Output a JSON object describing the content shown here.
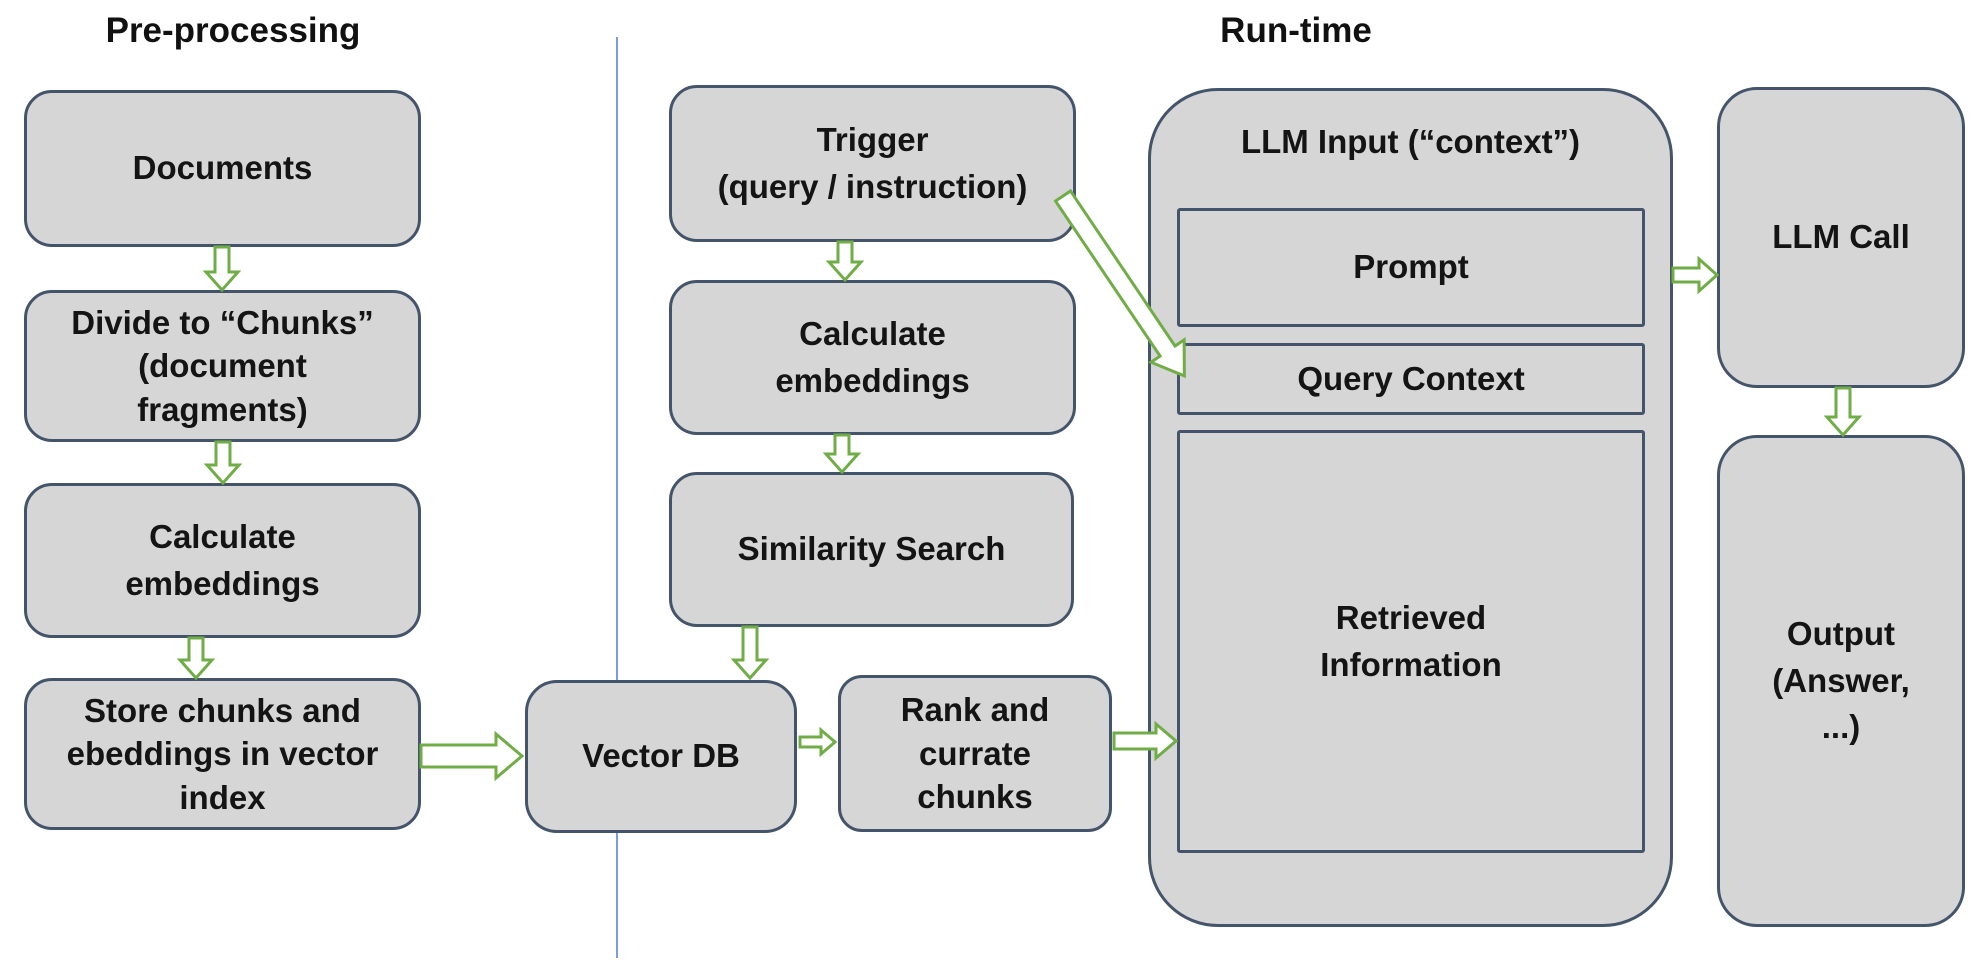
{
  "titles": {
    "preprocessing": "Pre-processing",
    "runtime": "Run-time"
  },
  "nodes": {
    "documents": {
      "label": "Documents"
    },
    "divide_chunks": {
      "label": "Divide to “Chunks”\n(document\nfragments)"
    },
    "calc_embeddings_pre": {
      "label": "Calculate\nembeddings"
    },
    "store_chunks": {
      "label": "Store chunks and\nebeddings in vector\nindex"
    },
    "vector_db": {
      "label": "Vector DB"
    },
    "trigger": {
      "label": "Trigger\n(query / instruction)"
    },
    "calc_embeddings_rt": {
      "label": "Calculate\nembeddings"
    },
    "similarity_search": {
      "label": "Similarity Search"
    },
    "rank_currate": {
      "label": "Rank and\ncurrate\nchunks"
    },
    "llm_input": {
      "label": "LLM Input (“context”)"
    },
    "prompt": {
      "label": "Prompt"
    },
    "query_context": {
      "label": "Query Context"
    },
    "retrieved_info": {
      "label": "Retrieved\nInformation"
    },
    "llm_call": {
      "label": "LLM Call"
    },
    "output": {
      "label": "Output\n(Answer,\n...)"
    }
  },
  "colors": {
    "node_fill": "#d6d6d6",
    "node_border": "#44546a",
    "arrow_green": "#70ad47",
    "arrow_fill": "#ffffff",
    "divider_blue": "#7d9bd6",
    "text": "#141414",
    "background": "#ffffff"
  },
  "connectors": [
    {
      "from": "documents",
      "to": "divide_chunks",
      "direction": "down"
    },
    {
      "from": "divide_chunks",
      "to": "calc_embeddings_pre",
      "direction": "down"
    },
    {
      "from": "calc_embeddings_pre",
      "to": "store_chunks",
      "direction": "down"
    },
    {
      "from": "store_chunks",
      "to": "vector_db",
      "direction": "right"
    },
    {
      "from": "vector_db",
      "to": "rank_currate",
      "direction": "right"
    },
    {
      "from": "rank_currate",
      "to": "retrieved_info",
      "direction": "right"
    },
    {
      "from": "trigger",
      "to": "calc_embeddings_rt",
      "direction": "down"
    },
    {
      "from": "trigger",
      "to": "query_context",
      "direction": "diagonal"
    },
    {
      "from": "calc_embeddings_rt",
      "to": "similarity_search",
      "direction": "down"
    },
    {
      "from": "similarity_search",
      "to": "vector_db",
      "direction": "down"
    },
    {
      "from": "llm_input",
      "to": "llm_call",
      "direction": "right"
    },
    {
      "from": "llm_call",
      "to": "output",
      "direction": "down"
    }
  ]
}
